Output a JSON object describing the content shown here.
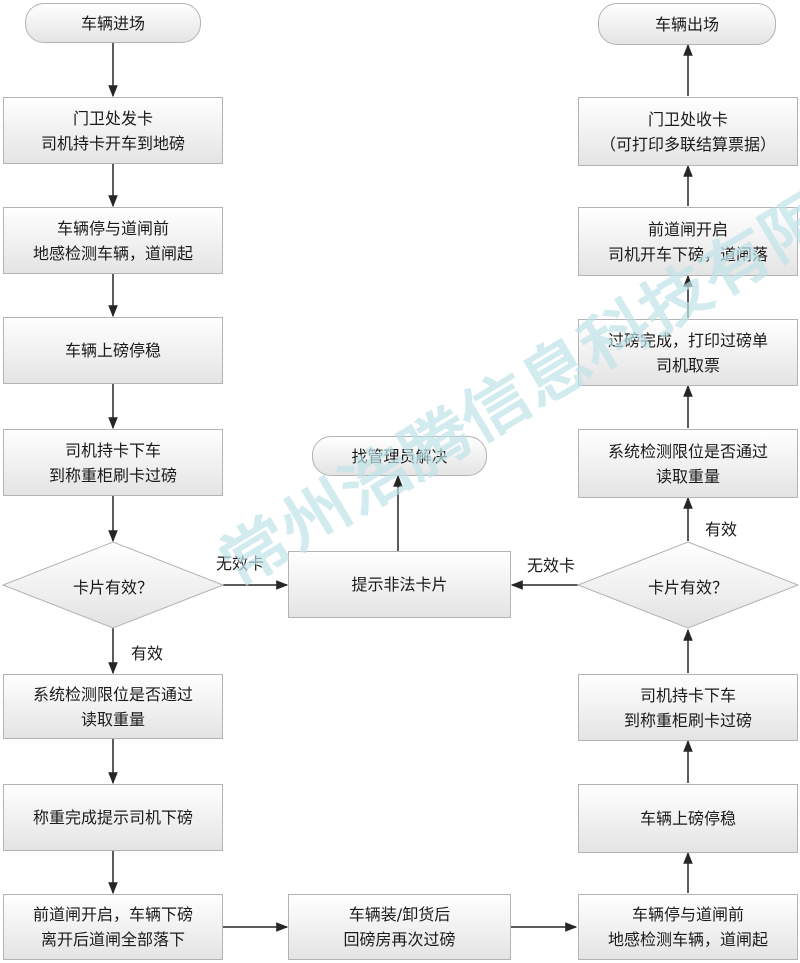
{
  "flow": {
    "start": "车辆进场",
    "issue_card": [
      "门卫处发卡",
      "司机持卡开车到地磅"
    ],
    "stop_gate_in": [
      "车辆停与道闸前",
      "地感检测车辆，道闸起"
    ],
    "on_scale_1": "车辆上磅停稳",
    "swipe_1": [
      "司机持卡下车",
      "到称重柜刷卡过磅"
    ],
    "card_valid_1": "卡片有效？",
    "check_1": [
      "系统检测限位是否通过",
      "读取重量"
    ],
    "weigh_done": "称重完成提示司机下磅",
    "gate_open_1": [
      "前道闸开启，车辆下磅",
      "离开后道闸全部落下"
    ],
    "load": [
      "车辆装/卸货后",
      "回磅房再次过磅"
    ],
    "stop_gate_2": [
      "车辆停与道闸前",
      "地感检测车辆，道闸起"
    ],
    "on_scale_2": "车辆上磅停稳",
    "swipe_2": [
      "司机持卡下车",
      "到称重柜刷卡过磅"
    ],
    "card_valid_2": "卡片有效？",
    "check_2": [
      "系统检测限位是否通过",
      "读取重量"
    ],
    "weigh_done_2": [
      "过磅完成，打印过磅单",
      "司机取票"
    ],
    "gate_open_2": [
      "前道闸开启",
      "司机开车下磅，道闸落"
    ],
    "collect_card": [
      "门卫处收卡",
      "（可打印多联结算票据）"
    ],
    "end": "车辆出场",
    "illegal_card": "提示非法卡片",
    "admin": "找管理员解决",
    "label_valid": "有效",
    "label_invalid": "无效卡"
  },
  "watermark": "常州浩腾信息科技有限公司",
  "colors": {
    "border": "#b3b3b3",
    "arrow": "#262626",
    "watermark": "#bfe3e8"
  }
}
